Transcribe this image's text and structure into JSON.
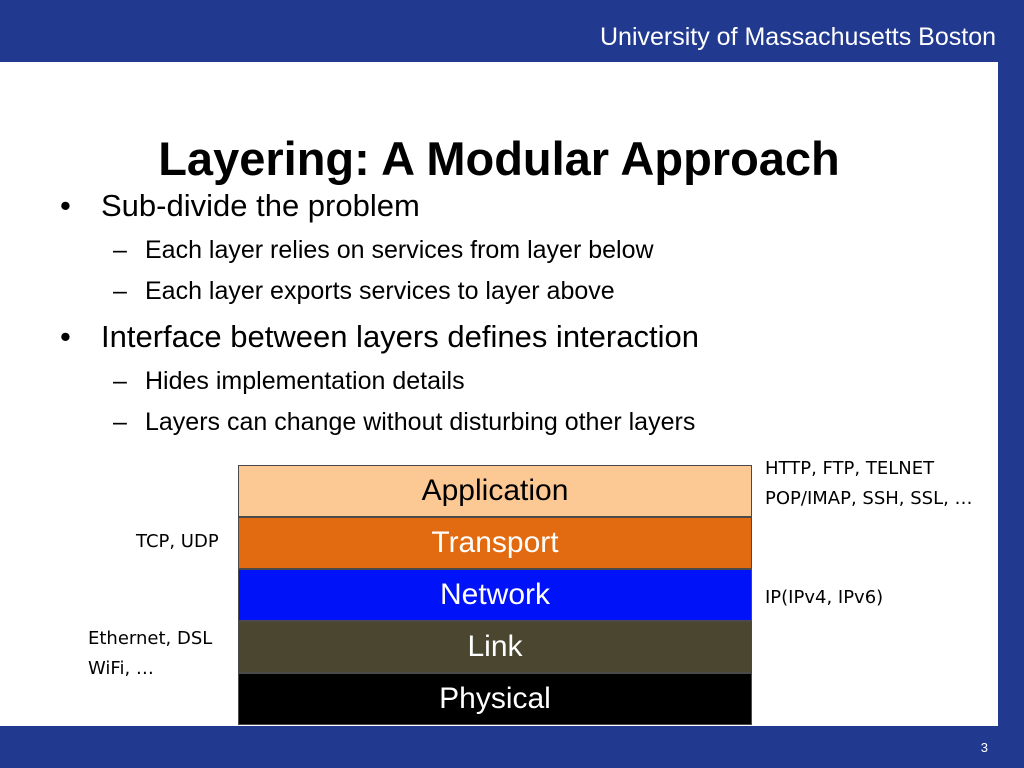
{
  "header": {
    "institution": "University of Massachusetts Boston"
  },
  "slide": {
    "title": "Layering: A Modular Approach",
    "page_number": "3"
  },
  "bullets": [
    {
      "level": 1,
      "marker": "•",
      "text": "Sub-divide the problem"
    },
    {
      "level": 2,
      "marker": "–",
      "text": "Each layer relies on services from layer below"
    },
    {
      "level": 2,
      "marker": "–",
      "text": "Each layer exports services to layer above"
    },
    {
      "level": 1,
      "marker": "•",
      "text": "Interface between layers defines interaction"
    },
    {
      "level": 2,
      "marker": "–",
      "text": "Hides implementation details"
    },
    {
      "level": 2,
      "marker": "–",
      "text": "Layers can change without disturbing other layers"
    }
  ],
  "layer_stack": [
    {
      "label": "Application",
      "fill": "#fcc893",
      "text_color": "#000000"
    },
    {
      "label": "Transport",
      "fill": "#e26a10",
      "text_color": "#ffffff"
    },
    {
      "label": "Network",
      "fill": "#0012f8",
      "text_color": "#ffffff"
    },
    {
      "label": "Link",
      "fill": "#4a462f",
      "text_color": "#ffffff"
    },
    {
      "label": "Physical",
      "fill": "#000000",
      "text_color": "#ffffff"
    }
  ],
  "annotations": {
    "application_protocols": [
      "HTTP, FTP, TELNET",
      "POP/IMAP, SSH, SSL, …"
    ],
    "transport_protocols": [
      "TCP, UDP"
    ],
    "network_protocols": [
      "IP(IPv4, IPv6)"
    ],
    "link_protocols": [
      "Ethernet, DSL",
      "WiFi, …"
    ]
  },
  "colors": {
    "banner": "#213a8f",
    "background": "#ffffff"
  }
}
